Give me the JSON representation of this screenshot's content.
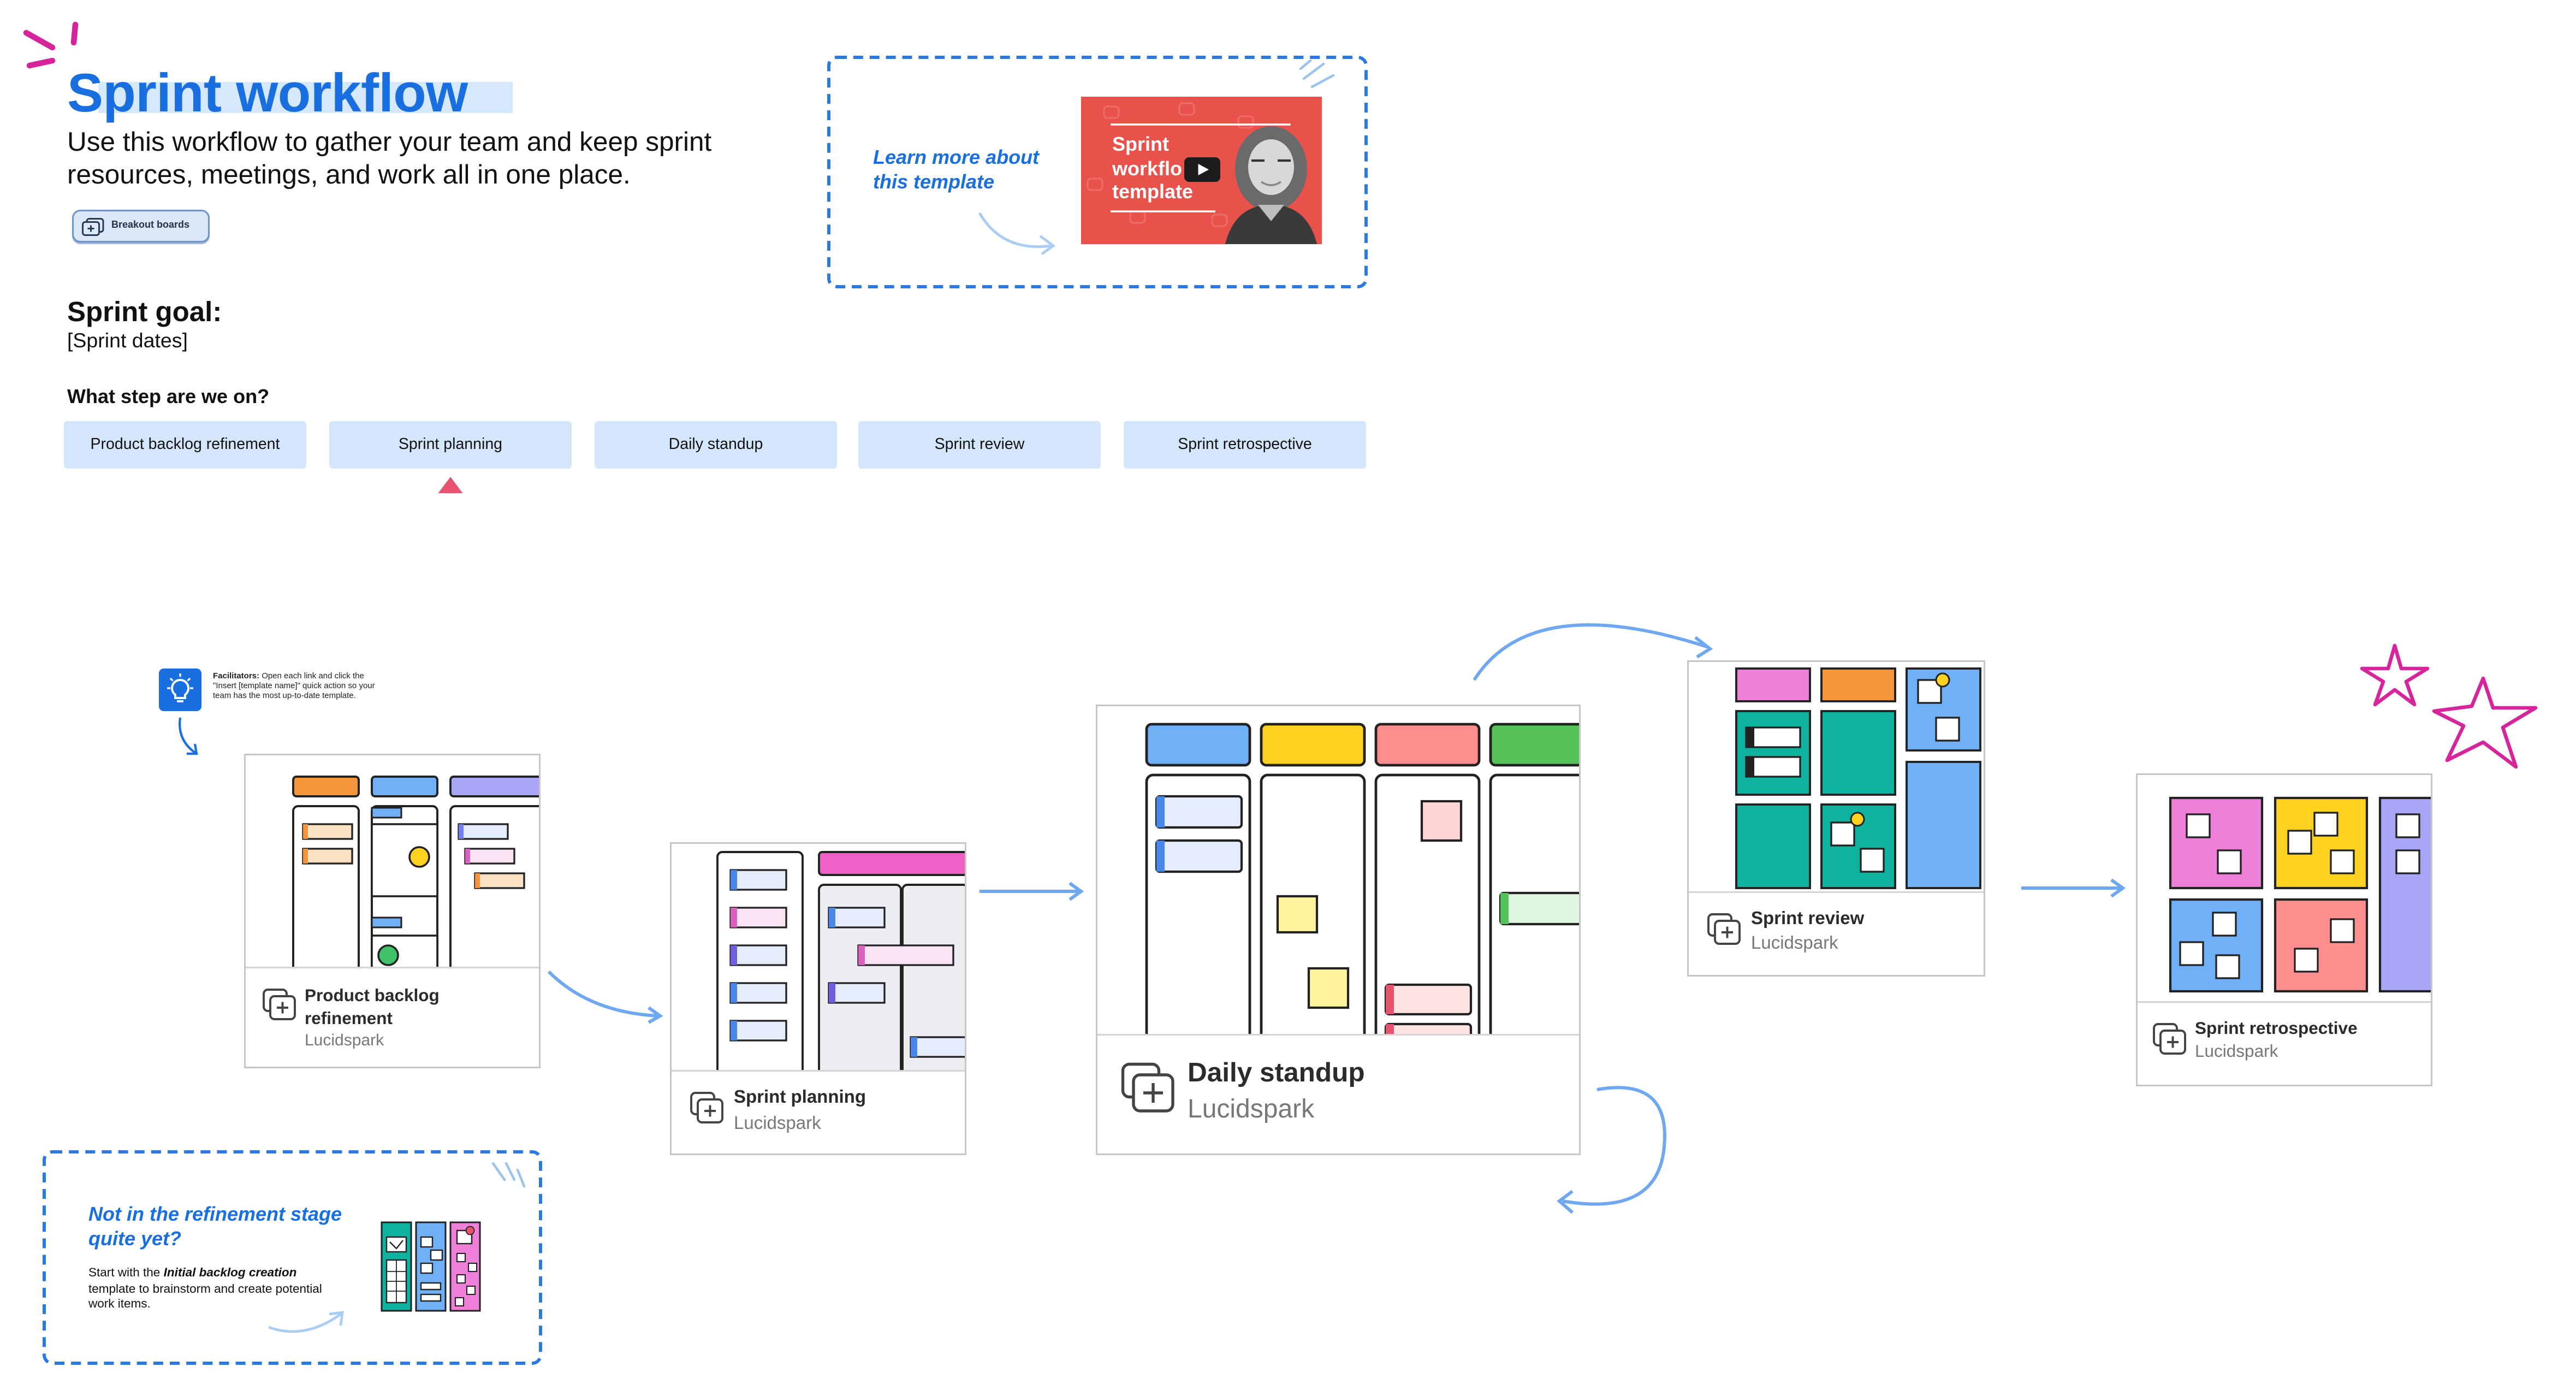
{
  "header": {
    "title": "Sprint workflow",
    "subtitle": "Use this workflow to gather your team and keep sprint resources, meetings, and work all in one place.",
    "chip_label": "Breakout boards"
  },
  "goal": {
    "label": "Sprint goal:",
    "dates": "[Sprint dates]"
  },
  "steps": {
    "question": "What step are we on?",
    "current_index": 1,
    "items": [
      {
        "label": "Product backlog refinement"
      },
      {
        "label": "Sprint planning"
      },
      {
        "label": "Daily standup"
      },
      {
        "label": "Sprint review"
      },
      {
        "label": "Sprint retrospective"
      }
    ]
  },
  "learn_more": {
    "text": "Learn more about this template",
    "video_title": "Sprint workflow template",
    "video_title_lines": [
      "Sprint",
      "workflo",
      "template"
    ]
  },
  "facilitators": {
    "label": "Facilitators:",
    "text": " Open each link and click the \"Insert [template name]\" quick action so your team has the most up-to-date template."
  },
  "not_in_refinement": {
    "heading": "Not in the refinement stage quite yet?",
    "body_prefix": "Start with the ",
    "body_em": "Initial backlog creation",
    "body_suffix": " template to brainstorm and create potential work items."
  },
  "cards": [
    {
      "name_line1": "Product backlog",
      "name_line2": "refinement",
      "provider": "Lucidspark"
    },
    {
      "name_line1": "Sprint planning",
      "name_line2": "",
      "provider": "Lucidspark"
    },
    {
      "name_line1": "Daily standup",
      "name_line2": "",
      "provider": "Lucidspark"
    },
    {
      "name_line1": "Sprint review",
      "name_line2": "",
      "provider": "Lucidspark"
    },
    {
      "name_line1": "Sprint retrospective",
      "name_line2": "",
      "provider": "Lucidspark"
    }
  ],
  "colors": {
    "accent": "#1a6fe0",
    "step_bg": "#d4e6fb",
    "current_marker": "#e8546e",
    "doodle": "#d6259a",
    "video_bg": "#e8524a"
  }
}
